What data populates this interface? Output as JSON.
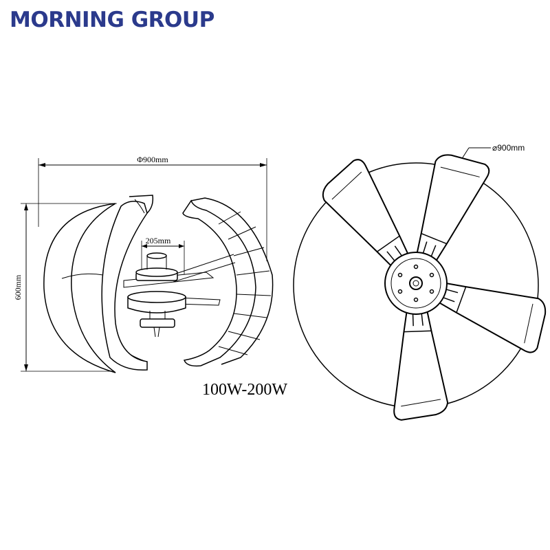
{
  "brand": {
    "name": "MORNING GROUP",
    "color": "#2b3a8c"
  },
  "side_view": {
    "width_label": "Φ900mm",
    "height_label": "600mm",
    "hub_label": "205mm",
    "power_label": "100W-200W"
  },
  "top_view": {
    "diameter_label": "⌀900mm",
    "blade_count": 4
  }
}
